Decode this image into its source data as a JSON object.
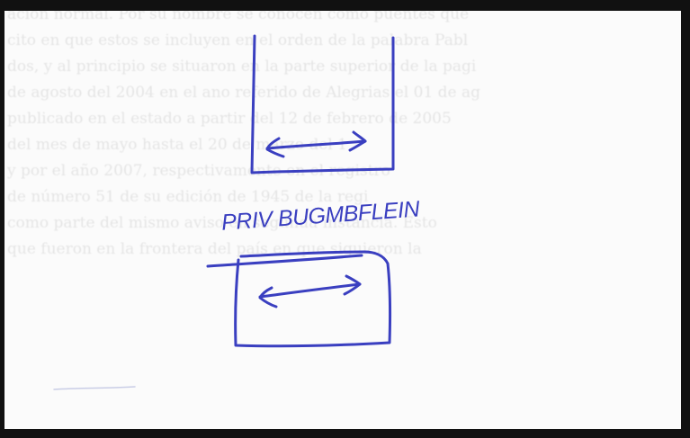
{
  "sketch": {
    "handwritten_label": "PRIV BUGMBFLEIN",
    "ink_color": "#3a3fc0",
    "border_color": "#111111"
  },
  "show_through_text": [
    "ación normal. Por su nombre se conocen como puentes que",
    "cito en que estos se incluyen en el orden de la palabra Pabl",
    "dos, y al principio se situaron en la parte superior de la pagi",
    "de agosto del 2004 en el ano referido de Alegrias el 01 de ag",
    "publicado en el estado a partir del 12 de febrero de 2005",
    "del mes de mayo hasta el 20 de marzo del 1",
    "y por el año 2007, respectivamente en el registro",
    "de número 51 de su edición de 1945 de la regi",
    "como parte del mismo aviso en segunda instancia. Esto",
    "que fueron en la frontera del país en que siguieron la"
  ]
}
